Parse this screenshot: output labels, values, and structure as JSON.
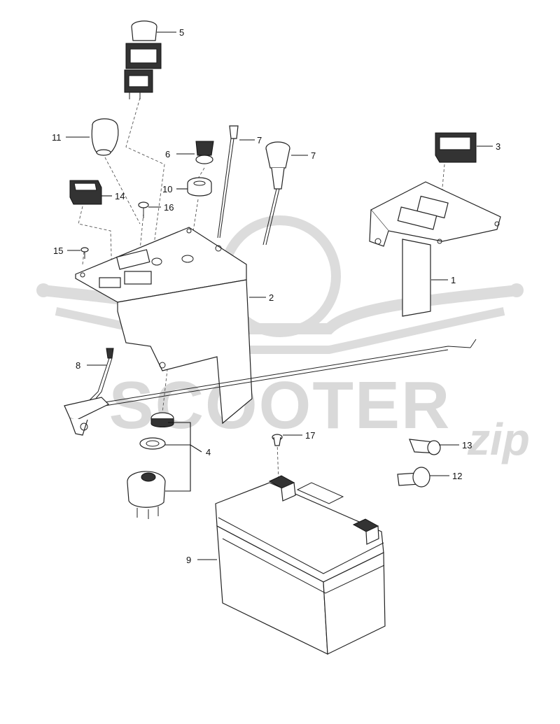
{
  "watermark": {
    "text": "SCOOTER",
    "suffix": "zip",
    "color": "#d9d9d9"
  },
  "callouts": {
    "c1": "1",
    "c2": "2",
    "c3": "3",
    "c4": "4",
    "c5": "5",
    "c6": "6",
    "c7a": "7",
    "c7b": "7",
    "c8": "8",
    "c9": "9",
    "c10": "10",
    "c11": "11",
    "c12": "12",
    "c13": "13",
    "c14": "14",
    "c15": "15",
    "c16": "16",
    "c17": "17"
  }
}
